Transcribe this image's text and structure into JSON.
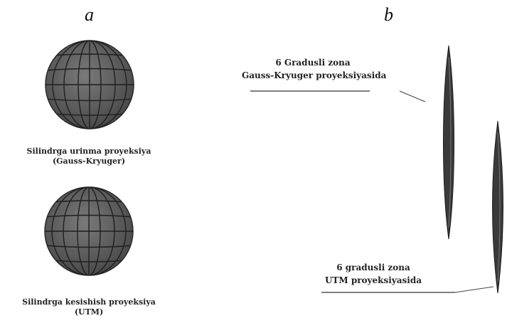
{
  "panels": {
    "a": {
      "letter": "a"
    },
    "b": {
      "letter": "b"
    }
  },
  "left": {
    "top_caption": {
      "line1": "Silindrga urinma proyeksiya",
      "line2": "(Gauss-Kryuger)"
    },
    "bottom_caption": {
      "line1": "Silindrga kesishish proyeksiya",
      "line2": "(UTM)"
    }
  },
  "right": {
    "gauss_zone_label": {
      "line1": "6 Gradusli zona",
      "line2": "Gauss-Kryuger proyeksiyasida"
    },
    "utm_zone_label": {
      "line1": "6 gradusli zona",
      "line2": "UTM proyeksiyasida"
    }
  },
  "colors": {
    "globe_fill": "#5e5e5e",
    "grid_line": "#1f1f1f",
    "zone_fill": "#3a3a3a",
    "text": "#222222"
  }
}
